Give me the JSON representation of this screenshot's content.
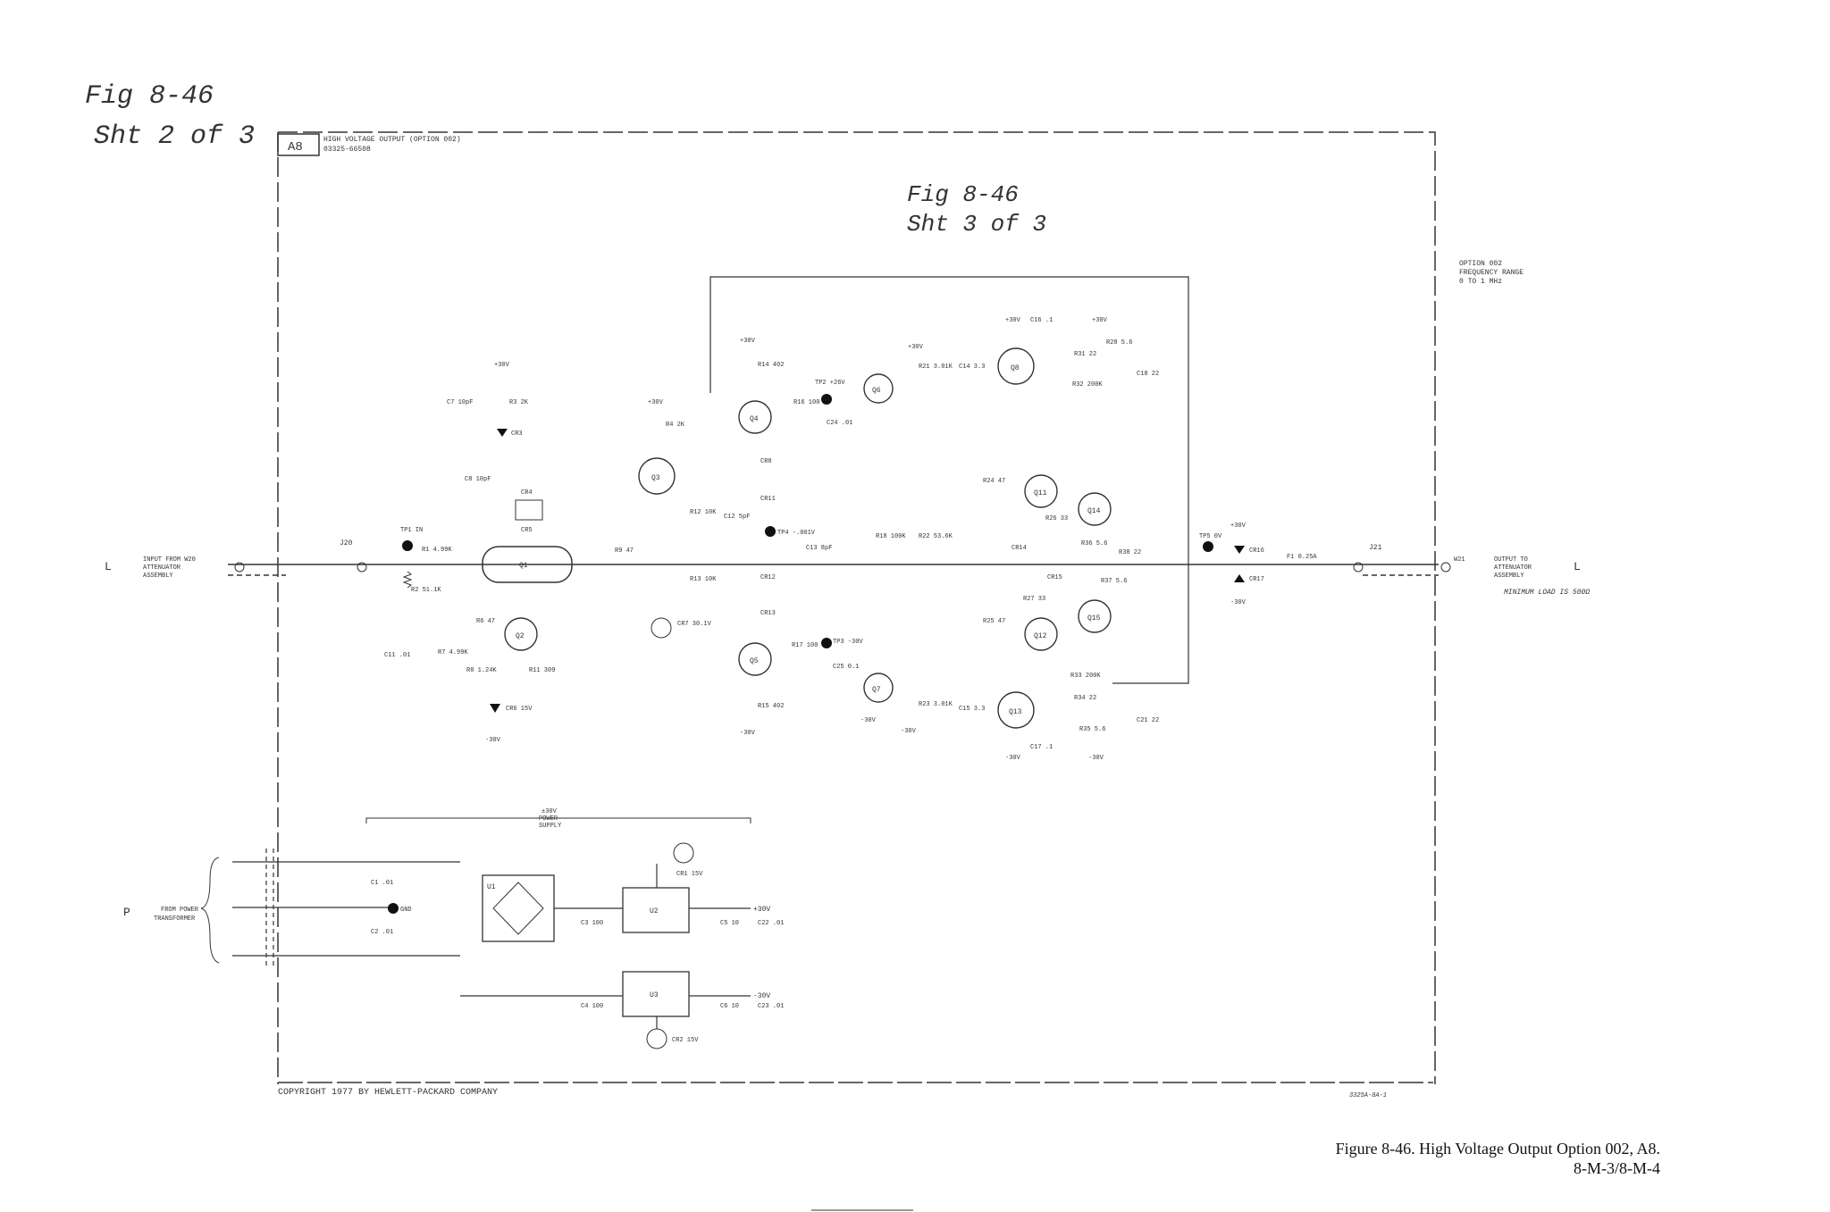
{
  "annotations": {
    "top_left_line1": "Fig 8-46",
    "top_left_line2": "Sht 2 of 3",
    "center_line1": "Fig 8-46",
    "center_line2": "Sht 3 of 3"
  },
  "header": {
    "assembly_id": "A8",
    "title": "HIGH VOLTAGE OUTPUT (OPTION 002)",
    "part_no": "03325-66508"
  },
  "option_note": [
    "OPTION 002",
    "FREQUENCY RANGE",
    "0 TO 1 MHz"
  ],
  "input": {
    "side": "L",
    "line1": "INPUT FROM W20",
    "line2": "ATTENUATOR",
    "line3": "ASSEMBLY",
    "jack": "J20"
  },
  "output": {
    "side": "L",
    "line1": "OUTPUT TO",
    "line2": "ATTENUATOR",
    "line3": "ASSEMBLY",
    "wire": "W21",
    "jack": "J21",
    "min_load": "MINIMUM LOAD IS 500Ω"
  },
  "power_in": {
    "side": "P",
    "line1": "FROM POWER",
    "line2": "TRANSFORMER",
    "gnd": "GND"
  },
  "supply_label": {
    "line1": "±30V",
    "line2": "POWER",
    "line3": "SUPPLY"
  },
  "rails": {
    "pos": "+30V",
    "neg": "-30V"
  },
  "test_points": {
    "tp1": "TP1 IN",
    "tp2": "TP2 +26V",
    "tp3": "TP3 -30V",
    "tp4": "TP4 -.001V",
    "tp5": "TP5 0V"
  },
  "components": {
    "q1": "Q1",
    "q2": "Q2",
    "q3": "Q3",
    "q4": "Q4",
    "q5": "Q5",
    "q6": "Q6",
    "q7": "Q7",
    "q8": "Q8",
    "q11": "Q11",
    "q12": "Q12",
    "q13": "Q13",
    "q14": "Q14",
    "q15": "Q15",
    "r1": "R1 4.99K",
    "r2": "R2 51.1K",
    "r3": "R3 2K",
    "r4": "R4 2K",
    "r6": "R6 47",
    "r7": "R7 4.99K",
    "r8": "R8 1.24K",
    "r9": "R9 47",
    "r11": "R11 309",
    "r12": "R12 10K",
    "r13": "R13 10K",
    "r14": "R14 402",
    "r15": "R15 402",
    "r16": "R16 100",
    "r17": "R17 100",
    "r18": "R18 100K",
    "r21": "R21 3.01K",
    "r22": "R22 53.6K",
    "r23": "R23 3.01K",
    "r24": "R24 47",
    "r25": "R25 47",
    "r26": "R26 33",
    "r27": "R27 33",
    "r28": "R28 5.6",
    "r31": "R31 22",
    "r32": "R32 200K",
    "r33": "R33 200K",
    "r34": "R34 22",
    "r35": "R35 5.6",
    "r36": "R36 5.6",
    "r37": "R37 5.6",
    "r38": "R38 22",
    "c1": "C1 .01",
    "c2": "C2 .01",
    "c3": "C3 100",
    "c4": "C4 100",
    "c5": "C5 10",
    "c6": "C6 10",
    "c7": "C7 10pF",
    "c8": "C8 10pF",
    "c11": "C11 .01",
    "c12": "C12 5pF",
    "c13": "C13 8pF",
    "c14": "C14 3.3",
    "c15": "C15 3.3",
    "c16": "C16 .1",
    "c17": "C17 .1",
    "c18": "C18 22",
    "c21": "C21 22",
    "c22": "C22 .01",
    "c23": "C23 .01",
    "c24": "C24 .01",
    "c25": "C25 0.1",
    "cr1": "CR1 15V",
    "cr2": "CR2 15V",
    "cr3": "CR3",
    "cr4": "CR4",
    "cr5": "CR5",
    "cr6": "CR6 15V",
    "cr7": "CR7 30.1V",
    "cr8": "CR8",
    "cr11": "CR11",
    "cr12": "CR12",
    "cr13": "CR13",
    "cr14": "CR14",
    "cr15": "CR15",
    "cr16": "CR16",
    "cr17": "CR17",
    "u1": "U1",
    "u2": "U2",
    "u3": "U3",
    "f1": "F1 0.25A"
  },
  "copyright": "COPYRIGHT 1977 BY HEWLETT-PACKARD COMPANY",
  "drawing_no": "3325A-8A-1",
  "caption": {
    "line1": "Figure 8-46. High Voltage Output Option 002, A8.",
    "line2": "8-M-3/8-M-4"
  }
}
